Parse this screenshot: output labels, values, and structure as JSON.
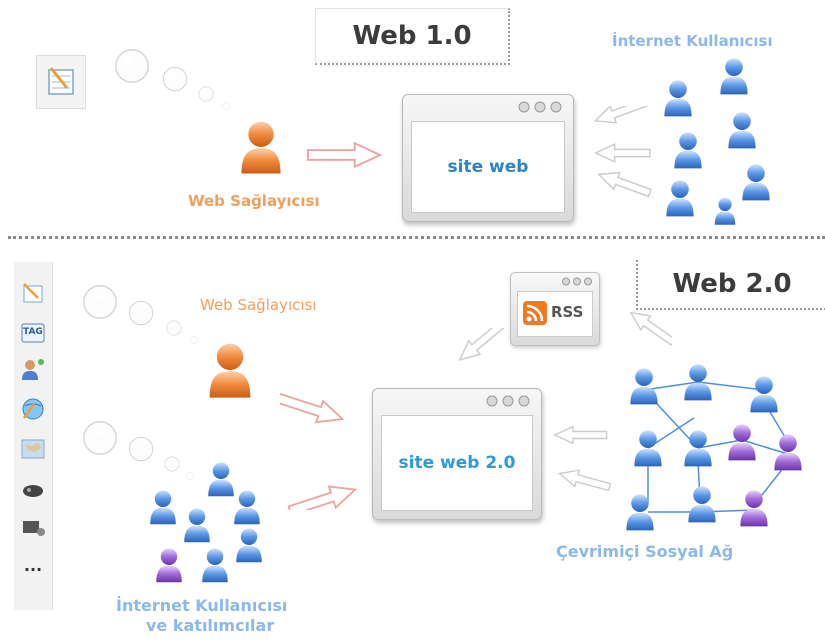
{
  "web1": {
    "title": "Web 1.0",
    "site_label": "site web",
    "provider_label": "Web Sağlayıcısı",
    "users_label": "İnternet Kullanıcısı"
  },
  "web2": {
    "title": "Web 2.0",
    "site_label": "site web 2.0",
    "provider_label": "Web Sağlayıcısı",
    "users_label_line1": "İnternet Kullanıcısı",
    "users_label_line2": "ve katılımcılar",
    "rss_label": "RSS",
    "social_label": "Çevrimiçi Sosyal Ağ",
    "sidebar_more": "...",
    "tag_label": "TAG"
  },
  "colors": {
    "orange_text": "#f0a05c",
    "blue_text": "#8cb8ec",
    "site_text": "#2e84c8",
    "person_orange": "#f08a3c",
    "person_blue": "#4f8fe0",
    "person_purple": "#9a62d6",
    "arrow_red": "#e9a7a3",
    "arrow_gray": "#cccccc"
  },
  "icons": [
    "notepad-icon",
    "tag-icon",
    "user-share-icon",
    "globe-icon",
    "map-icon",
    "controller-icon",
    "film-icon",
    "more-icon",
    "rss-icon"
  ]
}
